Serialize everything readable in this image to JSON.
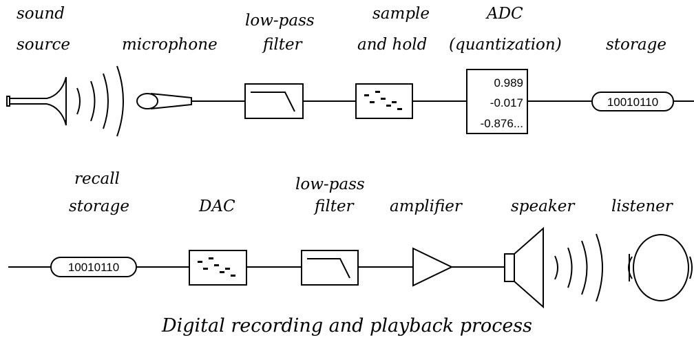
{
  "top_row": {
    "labels": {
      "sound_source_1": "sound",
      "sound_source_2": "source",
      "microphone": "microphone",
      "lowpass_1": "low-pass",
      "lowpass_2": "filter",
      "sample_hold_1": "sample",
      "sample_hold_2": "and hold",
      "adc_1": "ADC",
      "adc_2": "(quantization)",
      "storage": "storage"
    },
    "adc_values": [
      "0.989",
      "-0.017",
      "-0.876..."
    ],
    "storage_bits": "10010110"
  },
  "bottom_row": {
    "labels": {
      "recall_1": "recall",
      "recall_2": "storage",
      "dac": "DAC",
      "lowpass_1": "low-pass",
      "lowpass_2": "filter",
      "amplifier": "amplifier",
      "speaker": "speaker",
      "listener": "listener"
    },
    "storage_bits": "10010110"
  },
  "caption": "Digital recording and playback process"
}
